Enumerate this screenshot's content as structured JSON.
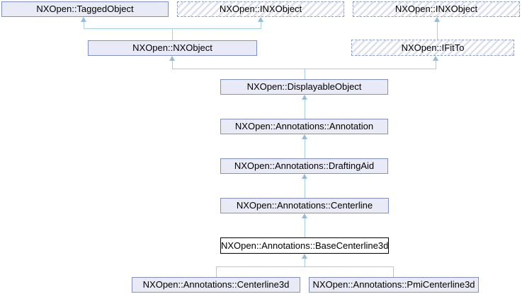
{
  "diagram": {
    "type": "class-inheritance-graph",
    "nodes": [
      {
        "id": "tagged-object",
        "label": "NXOpen::TaggedObject",
        "style": "solid"
      },
      {
        "id": "inxobject-left",
        "label": "NXOpen::INXObject",
        "style": "hatched"
      },
      {
        "id": "inxobject-right",
        "label": "NXOpen::INXObject",
        "style": "hatched"
      },
      {
        "id": "nxobject",
        "label": "NXOpen::NXObject",
        "style": "solid"
      },
      {
        "id": "ifitto",
        "label": "NXOpen::IFitTo",
        "style": "hatched"
      },
      {
        "id": "displayable-object",
        "label": "NXOpen::DisplayableObject",
        "style": "solid"
      },
      {
        "id": "annotation",
        "label": "NXOpen::Annotations::Annotation",
        "style": "solid"
      },
      {
        "id": "drafting-aid",
        "label": "NXOpen::Annotations::DraftingAid",
        "style": "solid"
      },
      {
        "id": "centerline",
        "label": "NXOpen::Annotations::Centerline",
        "style": "solid"
      },
      {
        "id": "base-centerline3d",
        "label": "NXOpen::Annotations::BaseCenterline3d",
        "style": "current"
      },
      {
        "id": "centerline3d",
        "label": "NXOpen::Annotations::Centerline3d",
        "style": "solid"
      },
      {
        "id": "pmi-centerline3d",
        "label": "NXOpen::Annotations::PmiCenterline3d",
        "style": "solid"
      }
    ],
    "edges": [
      {
        "from": "nxobject",
        "to": "tagged-object"
      },
      {
        "from": "nxobject",
        "to": "inxobject-left"
      },
      {
        "from": "ifitto",
        "to": "inxobject-right"
      },
      {
        "from": "displayable-object",
        "to": "nxobject"
      },
      {
        "from": "displayable-object",
        "to": "ifitto"
      },
      {
        "from": "annotation",
        "to": "displayable-object"
      },
      {
        "from": "drafting-aid",
        "to": "annotation"
      },
      {
        "from": "centerline",
        "to": "drafting-aid"
      },
      {
        "from": "base-centerline3d",
        "to": "centerline"
      },
      {
        "from": "centerline3d",
        "to": "base-centerline3d"
      },
      {
        "from": "pmi-centerline3d",
        "to": "base-centerline3d"
      }
    ],
    "colors": {
      "edge_line": "#a6cee0",
      "edge_arrow": "#93bdd8",
      "node_fill": "#e8eaf6",
      "node_border": "#8090c0",
      "hatch_stripe": "#dbdfef",
      "hatch_border": "#8a9cc8",
      "current_border": "#000000",
      "background": "#ffffff"
    }
  }
}
